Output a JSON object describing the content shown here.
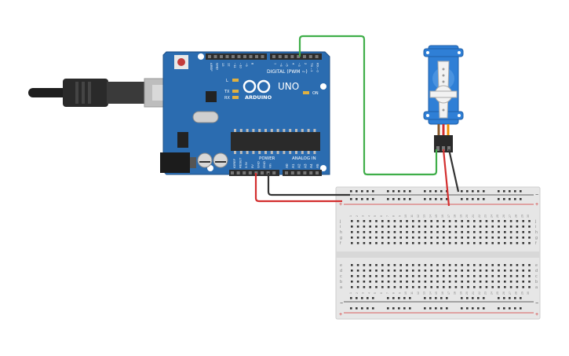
{
  "board": {
    "brand": "ARDUINO",
    "model": "UNO",
    "digital_header": "DIGITAL (PWM ~)",
    "power_header": "POWER",
    "analog_header": "ANALOG IN",
    "on_label": "ON",
    "led_labels": [
      "L",
      "TX",
      "RX"
    ],
    "digital_pins": [
      "AREF",
      "GND",
      "13",
      "12",
      "~11",
      "~10",
      "~9",
      "8",
      "7",
      "~6",
      "~5",
      "4",
      "~3",
      "2",
      "TX→1",
      "RX←0"
    ],
    "power_pins": [
      "IOREF",
      "RESET",
      "3.3V",
      "5V",
      "GND",
      "GND",
      "Vin"
    ],
    "analog_pins": [
      "A0",
      "A1",
      "A2",
      "A3",
      "A4",
      "A5"
    ],
    "colors": {
      "board": "#2b6cb0",
      "header": "#2d2d2d"
    }
  },
  "breadboard": {
    "row_letters_top": [
      "j",
      "i",
      "h",
      "g",
      "f"
    ],
    "row_letters_bottom": [
      "e",
      "d",
      "c",
      "b",
      "a"
    ],
    "column_count": 30,
    "rail_plus": "+",
    "rail_minus": "−"
  },
  "wires": {
    "signal_color": "#3fae49",
    "power_color": "#d32f2f",
    "ground_color": "#333333"
  },
  "servo": {
    "color": "#2f7fd6"
  },
  "usb_cable": {
    "color": "#222222"
  }
}
